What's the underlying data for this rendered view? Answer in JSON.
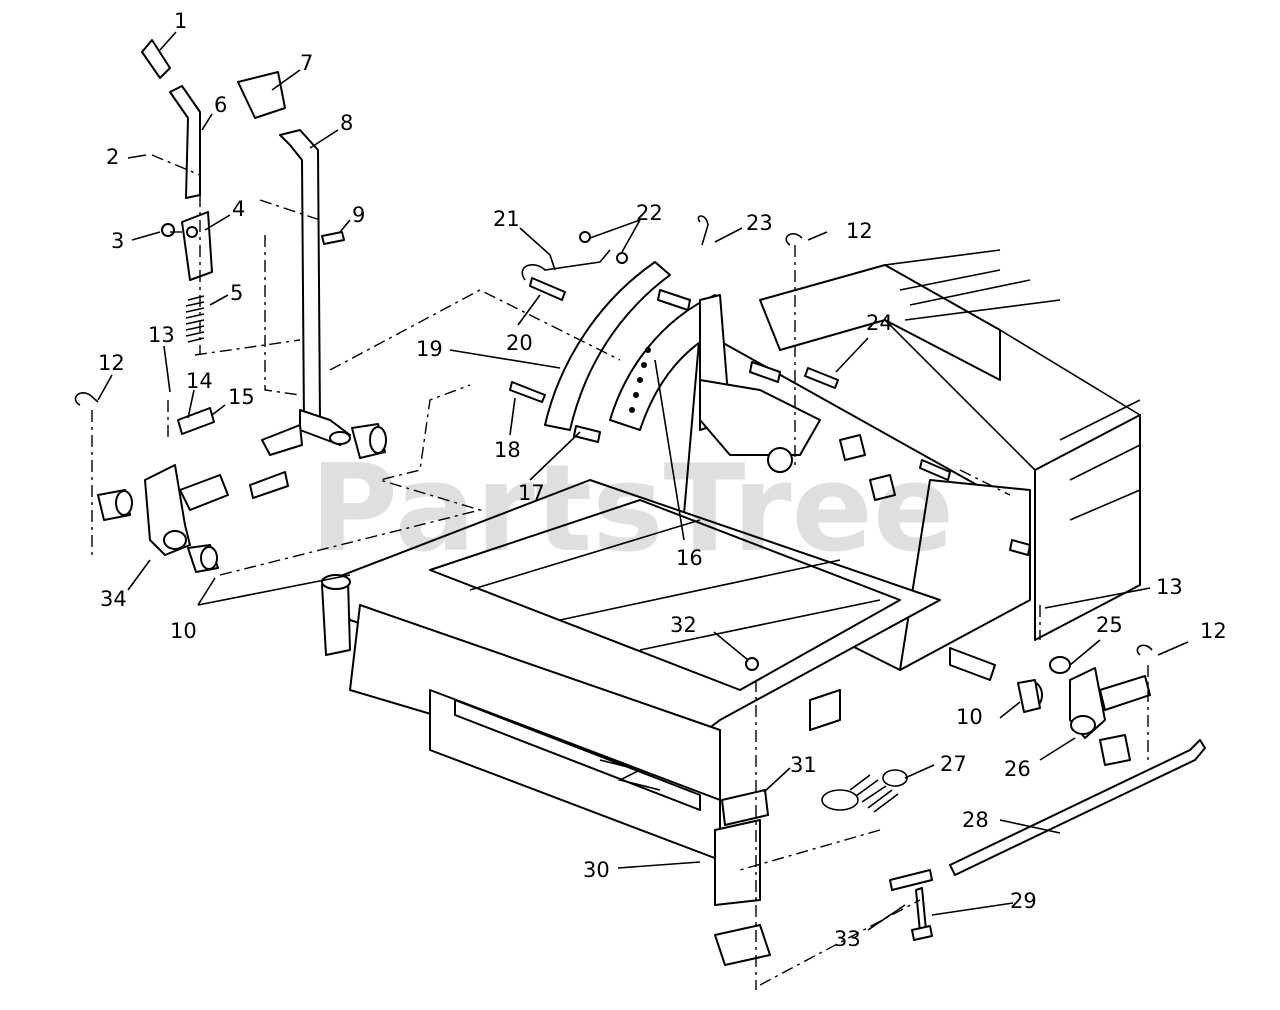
{
  "watermark": "PartsTree",
  "callouts": [
    {
      "id": "c1",
      "text": "1"
    },
    {
      "id": "c2",
      "text": "2"
    },
    {
      "id": "c3",
      "text": "3"
    },
    {
      "id": "c4",
      "text": "4"
    },
    {
      "id": "c5",
      "text": "5"
    },
    {
      "id": "c6",
      "text": "6"
    },
    {
      "id": "c7",
      "text": "7"
    },
    {
      "id": "c8",
      "text": "8"
    },
    {
      "id": "c9",
      "text": "9"
    },
    {
      "id": "c10a",
      "text": "10"
    },
    {
      "id": "c10b",
      "text": "10"
    },
    {
      "id": "c12a",
      "text": "12"
    },
    {
      "id": "c12b",
      "text": "12"
    },
    {
      "id": "c12c",
      "text": "12"
    },
    {
      "id": "c13a",
      "text": "13"
    },
    {
      "id": "c13b",
      "text": "13"
    },
    {
      "id": "c14",
      "text": "14"
    },
    {
      "id": "c15",
      "text": "15"
    },
    {
      "id": "c16",
      "text": "16"
    },
    {
      "id": "c17",
      "text": "17"
    },
    {
      "id": "c18",
      "text": "18"
    },
    {
      "id": "c19",
      "text": "19"
    },
    {
      "id": "c20",
      "text": "20"
    },
    {
      "id": "c21",
      "text": "21"
    },
    {
      "id": "c22",
      "text": "22"
    },
    {
      "id": "c23",
      "text": "23"
    },
    {
      "id": "c24",
      "text": "24"
    },
    {
      "id": "c25",
      "text": "25"
    },
    {
      "id": "c26",
      "text": "26"
    },
    {
      "id": "c27",
      "text": "27"
    },
    {
      "id": "c28",
      "text": "28"
    },
    {
      "id": "c29",
      "text": "29"
    },
    {
      "id": "c30",
      "text": "30"
    },
    {
      "id": "c31",
      "text": "31"
    },
    {
      "id": "c32",
      "text": "32"
    },
    {
      "id": "c33",
      "text": "33"
    },
    {
      "id": "c34",
      "text": "34"
    }
  ]
}
